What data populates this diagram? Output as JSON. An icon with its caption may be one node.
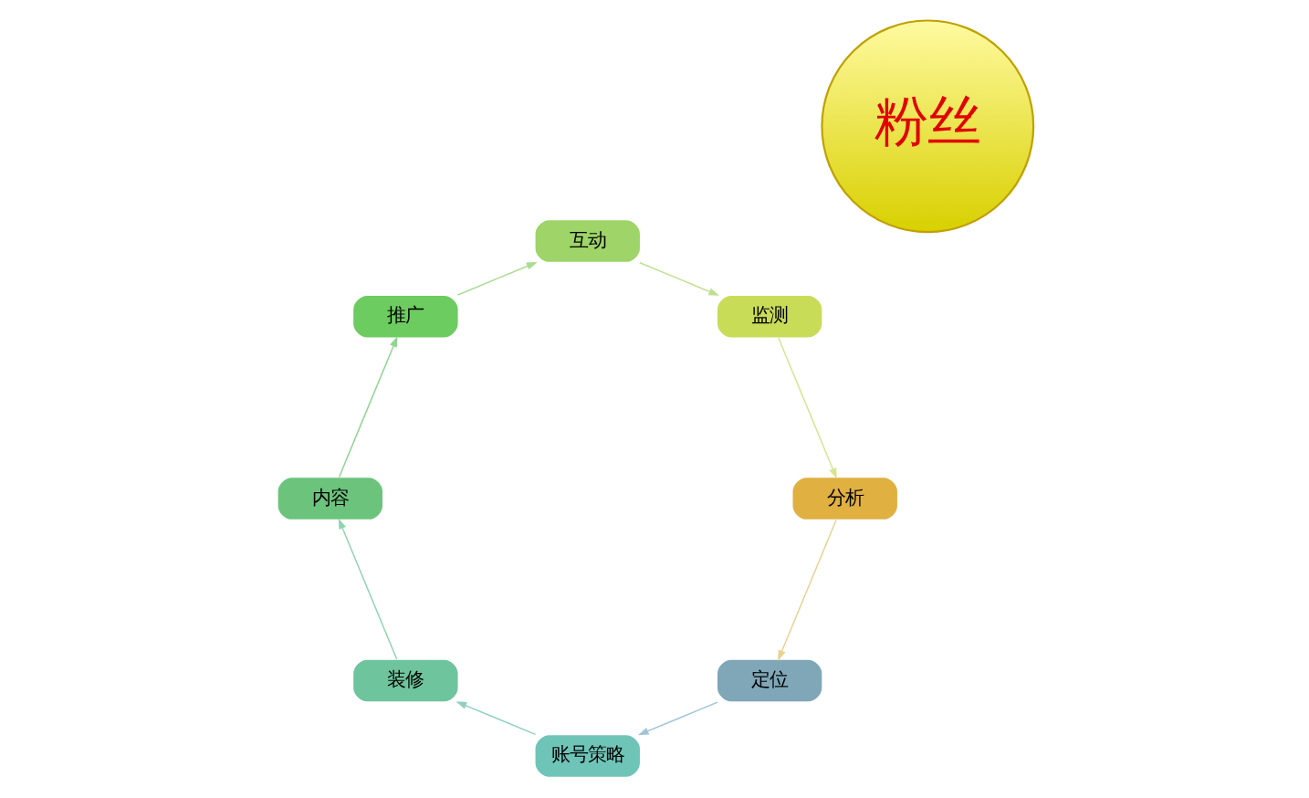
{
  "diagram": {
    "nodes": [
      {
        "text": [
          "粉丝"
        ]
      },
      {
        "text": [
          "定位"
        ]
      },
      {
        "text": [
          "账号策略"
        ]
      },
      {
        "text": [
          "装修"
        ]
      },
      {
        "text": [
          "内容"
        ]
      },
      {
        "text": [
          "推广"
        ]
      },
      {
        "text": [
          "互动"
        ]
      },
      {
        "text": [
          "监测"
        ]
      },
      {
        "text": [
          "分析"
        ]
      }
    ],
    "edges": [
      {
        "from": 1,
        "to": 2,
        "arrow": "to"
      },
      {
        "from": 2,
        "to": 3,
        "arrow": "to"
      },
      {
        "from": 3,
        "to": 4,
        "arrow": "to"
      },
      {
        "from": 4,
        "to": 5,
        "arrow": "to"
      },
      {
        "from": 5,
        "to": 6,
        "arrow": "to"
      },
      {
        "from": 6,
        "to": 7,
        "arrow": "to"
      },
      {
        "from": 7,
        "to": 8,
        "arrow": "to"
      },
      {
        "from": 8,
        "to": 1,
        "arrow": "to"
      }
    ]
  }
}
